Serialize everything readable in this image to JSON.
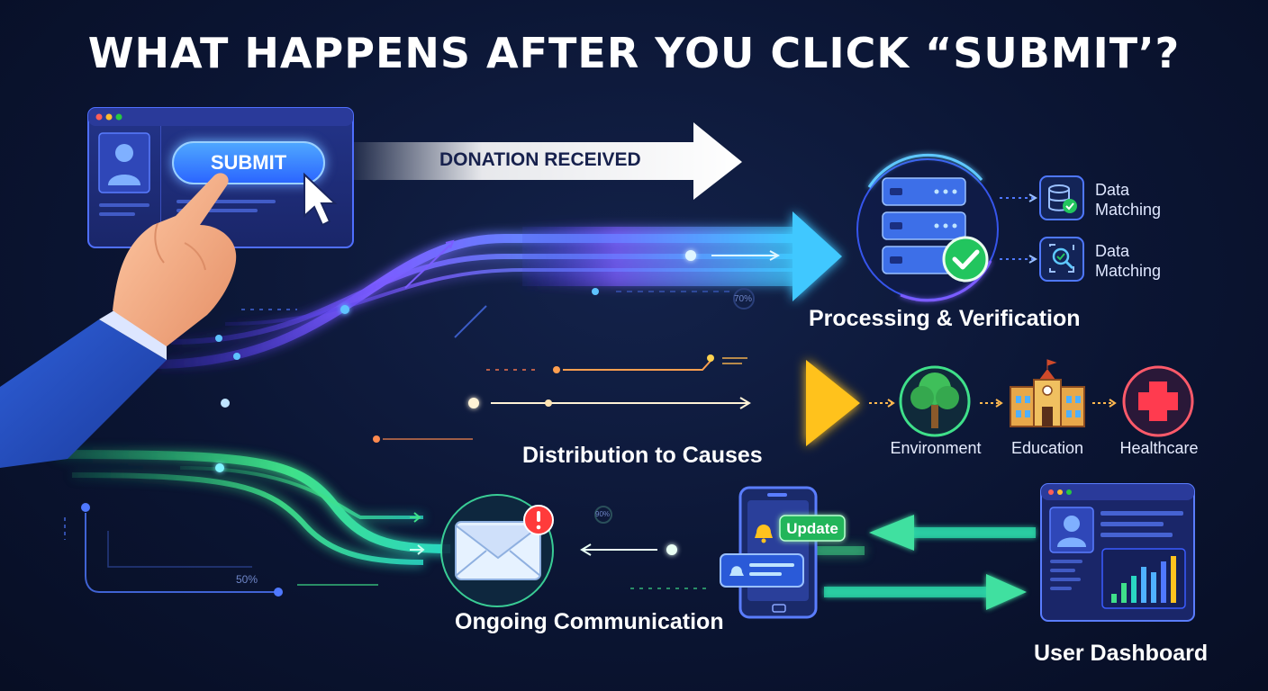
{
  "title": "WHAT HAPPENS AFTER YOU CLICK “SUBMIT’?",
  "submit_button": "SUBMIT",
  "received_banner": "DONATION RECEIVED",
  "processing": {
    "label": "Processing & Verification",
    "progress_text": "70%",
    "sub_items": [
      {
        "label": "Data Matching",
        "icon": "database-check-icon"
      },
      {
        "label": "Data Matching",
        "icon": "document-search-icon"
      }
    ]
  },
  "distribution": {
    "label": "Distribution to Causes",
    "causes": [
      {
        "label": "Environment",
        "icon": "tree-icon"
      },
      {
        "label": "Education",
        "icon": "school-icon"
      },
      {
        "label": "Healthcare",
        "icon": "medical-cross-icon"
      }
    ]
  },
  "communication": {
    "label": "Ongoing Communication",
    "update_badge": "Update",
    "progress_small": "90%",
    "progress_left": "50%"
  },
  "dashboard": {
    "label": "User Dashboard"
  },
  "colors": {
    "purple_flow": "#7b5cff",
    "blue_flow": "#3fb6ff",
    "orange_flow": "#ff8a1f",
    "yellow_flow": "#ffd21f",
    "green_flow": "#3fe08a",
    "teal_flow": "#2ad6c2",
    "background": "#0b1533"
  }
}
